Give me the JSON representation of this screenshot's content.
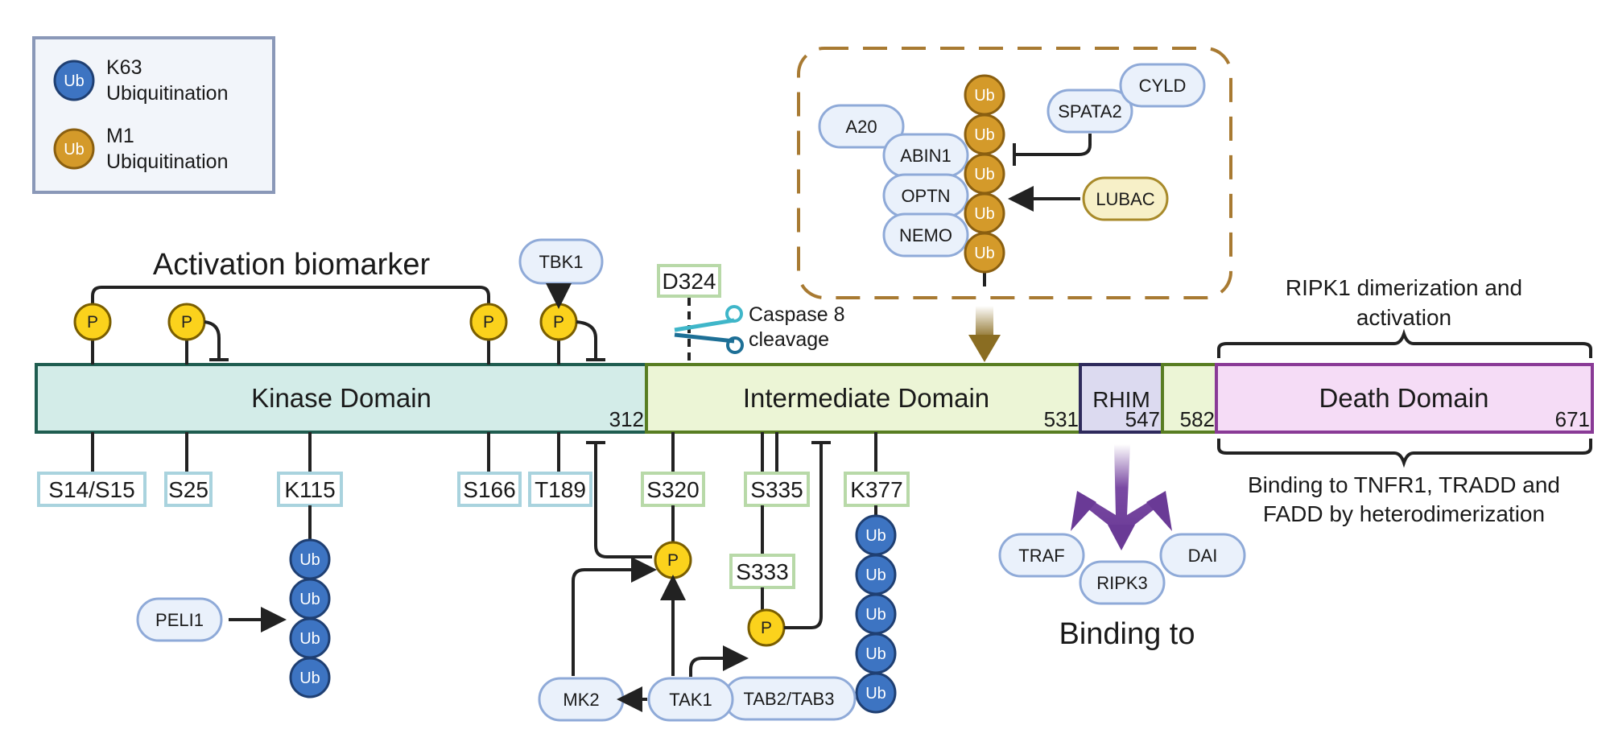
{
  "legend": {
    "k63_symbol": "Ub",
    "k63_label_line1": "K63",
    "k63_label_line2": "Ubiquitination",
    "m1_symbol": "Ub",
    "m1_label_line1": "M1",
    "m1_label_line2": "Ubiquitination",
    "k63_color": "#3d74c2",
    "m1_color": "#d49a2a"
  },
  "phospho_symbol": "P",
  "ub_symbol": "Ub",
  "domains": {
    "kinase": "Kinase Domain",
    "intermediate": "Intermediate Domain",
    "rhim": "RHIM",
    "death": "Death Domain"
  },
  "boundaries": {
    "b312": "312",
    "b531": "531",
    "b547": "547",
    "b582": "582",
    "b671": "671"
  },
  "sites": {
    "s14": "S14/S15",
    "s25": "S25",
    "k115": "K115",
    "s166": "S166",
    "t189": "T189",
    "s320": "S320",
    "s335": "S335",
    "s333": "S333",
    "k377": "K377",
    "d324": "D324"
  },
  "proteins": {
    "tbk1": "TBK1",
    "peli1": "PELI1",
    "mk2": "MK2",
    "tak1": "TAK1",
    "tab": "TAB2/TAB3",
    "a20": "A20",
    "abin1": "ABIN1",
    "optn": "OPTN",
    "nemo": "NEMO",
    "spata2": "SPATA2",
    "cyld": "CYLD",
    "lubac": "LUBAC",
    "traf": "TRAF",
    "ripk3": "RIPK3",
    "dai": "DAI"
  },
  "labels": {
    "activation_biomarker": "Activation biomarker",
    "caspase_line1": "Caspase 8",
    "caspase_line2": "cleavage",
    "dimer_line1": "RIPK1 dimerization and",
    "dimer_line2": "activation",
    "binding_line1": "Binding to TNFR1, TRADD and",
    "binding_line2": "FADD by heterodimerization",
    "binding_to": "Binding to"
  }
}
